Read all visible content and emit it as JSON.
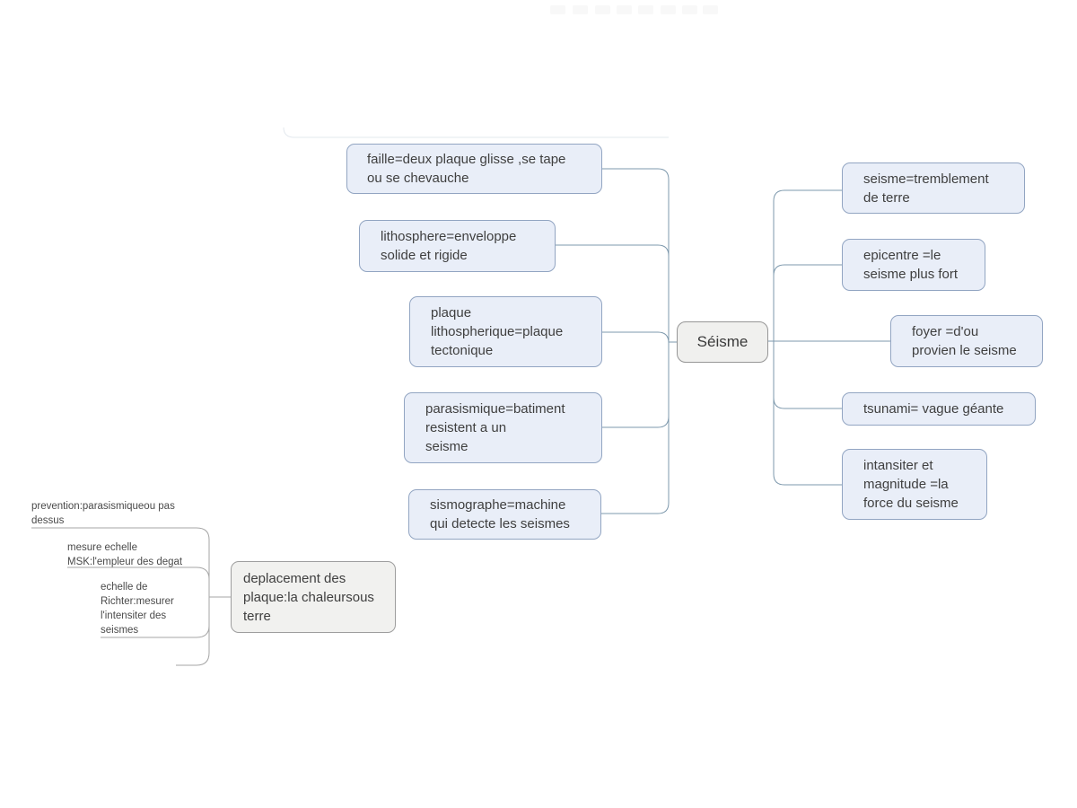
{
  "central_topic": {
    "label": "Séisme"
  },
  "left_topics": [
    {
      "label": "faille=deux plaque glisse ,se tape\nou se chevauche"
    },
    {
      "label": "lithosphere=enveloppe\nsolide et rigide"
    },
    {
      "label": "plaque\nlithospherique=plaque\ntectonique"
    },
    {
      "label": "parasismique=batiment\nresistent a un\nseisme"
    },
    {
      "label": "sismographe=machine\nqui detecte les seismes"
    }
  ],
  "right_topics": [
    {
      "label": "seisme=tremblement\nde terre"
    },
    {
      "label": "epicentre =le\nseisme plus fort"
    },
    {
      "label": "foyer =d'ou\nprovien le seisme"
    },
    {
      "label": "tsunami= vague géante"
    },
    {
      "label": "intansiter et\nmagnitude =la\nforce du seisme"
    }
  ],
  "floating_topic": {
    "label": "deplacement des\nplaque:la chaleursous\nterre",
    "children": [
      {
        "label": "prevention:parasismiqueou pas\ndessus"
      },
      {
        "label": "mesure echelle\nMSK:l'empleur des degat"
      },
      {
        "label": "echelle de\nRichter:mesurer\nl'intensiter des\nseismes"
      }
    ]
  },
  "colors": {
    "branch_fill": "#e9eef8",
    "branch_border": "#92a5c2",
    "main_fill": "#f1f1ef",
    "main_border": "#9e9e9e",
    "connector_blue": "#7e99ad",
    "connector_gray": "#a6a6a6",
    "text_dark": "#3f3f3f",
    "text_small": "#4a4a4a"
  }
}
